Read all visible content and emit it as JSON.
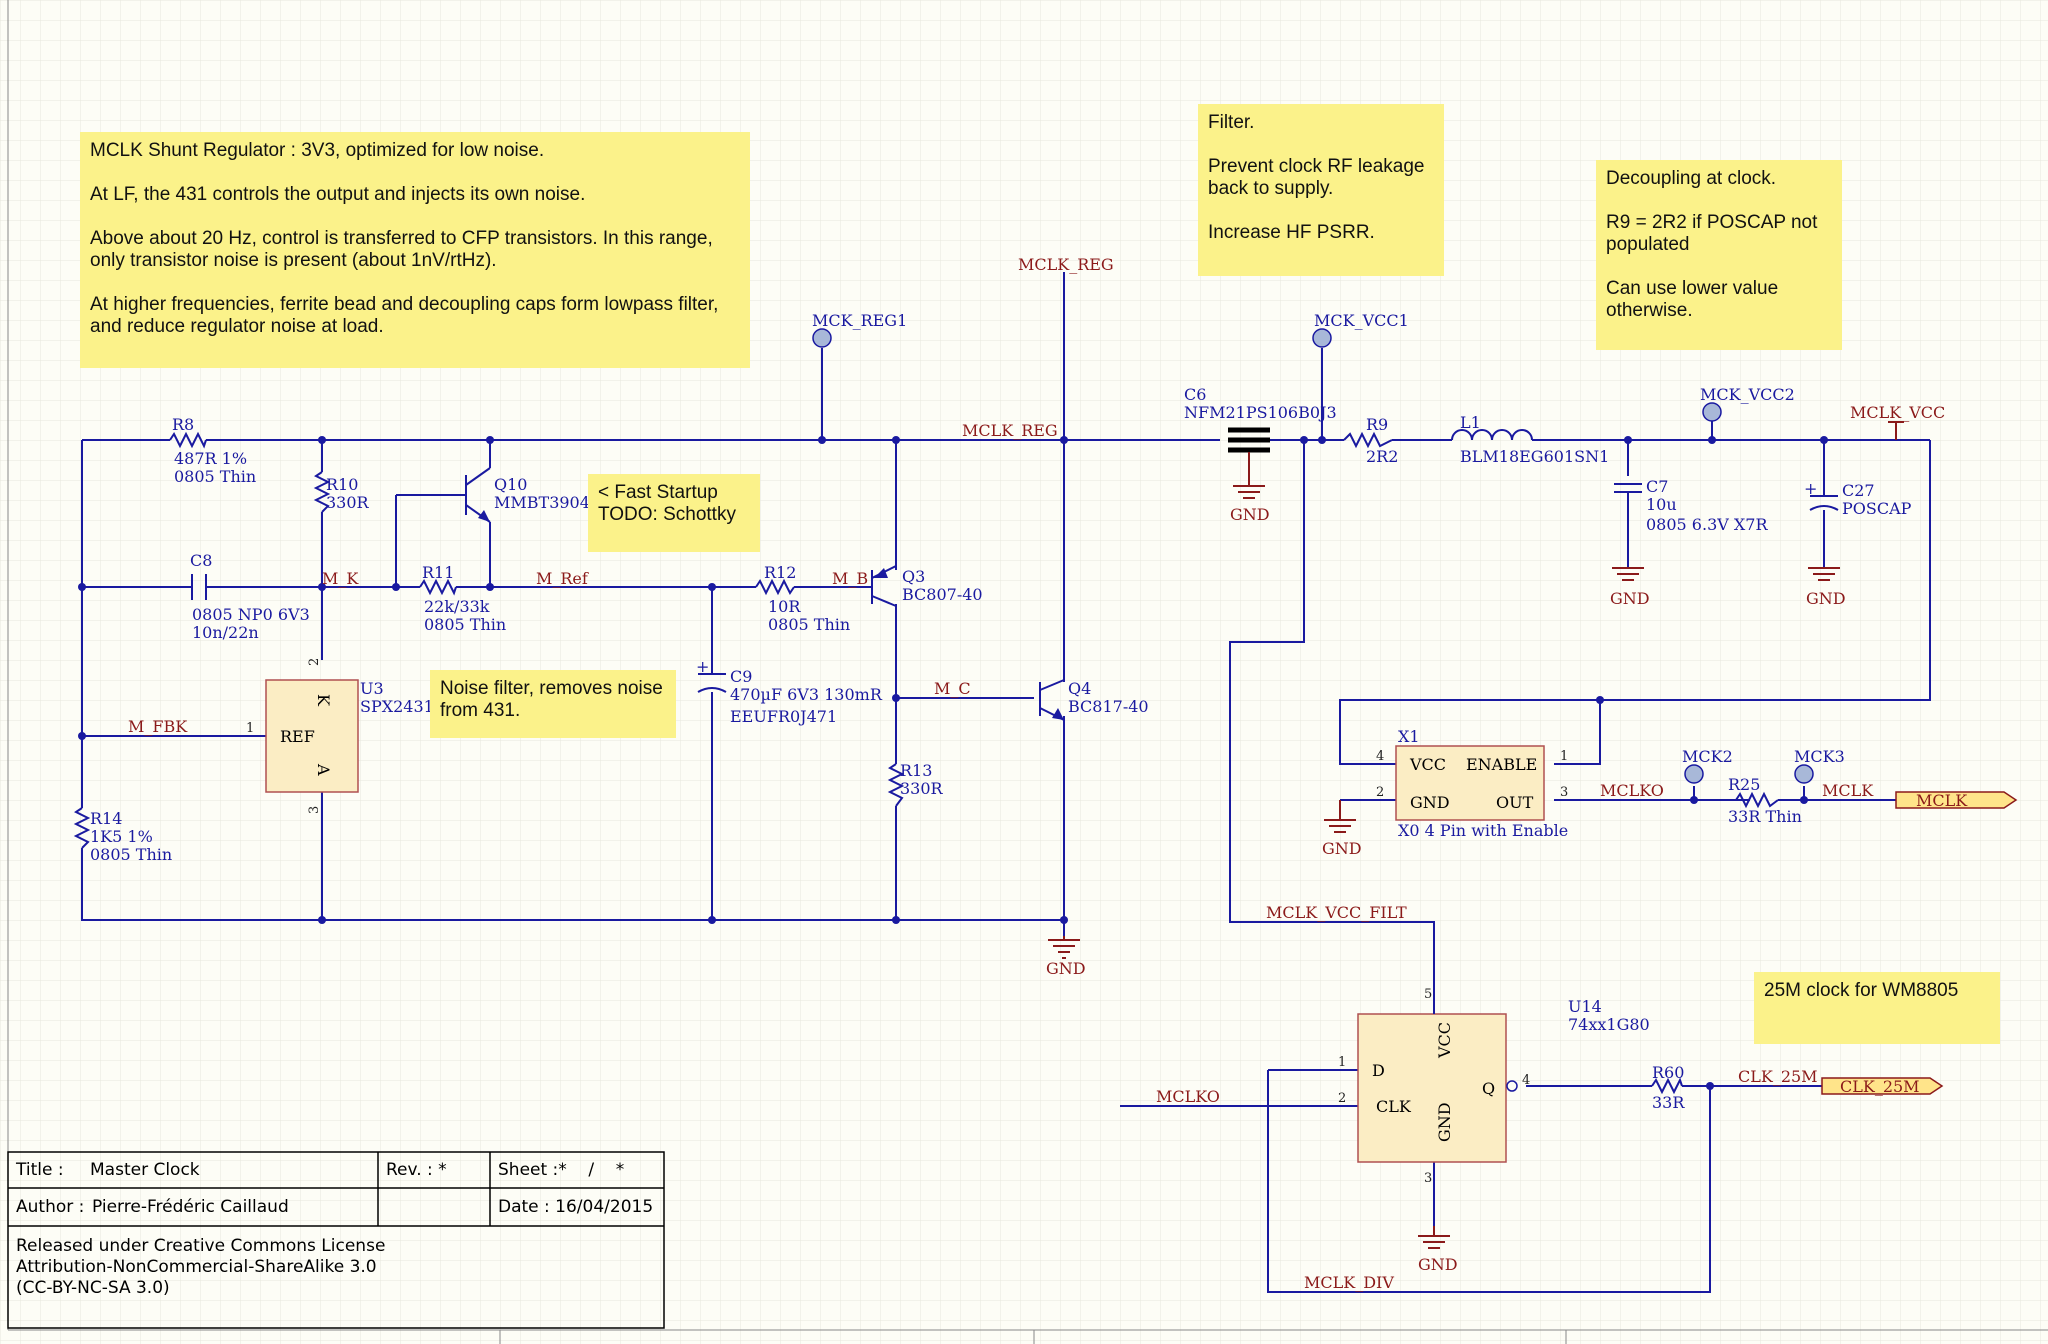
{
  "notes": {
    "regulator": "MCLK Shunt Regulator : 3V3, optimized for low noise.\n\nAt LF, the 431 controls the output and injects its own noise.\n\nAbove about 20 Hz, control is transferred to CFP transistors. In this range, only transistor noise is present (about 1nV/rtHz).\n\nAt higher frequencies, ferrite bead and decoupling caps form lowpass filter, and reduce regulator noise at load.",
    "filter": "Filter.\n\nPrevent clock RF leakage back to supply.\n\nIncrease HF PSRR.",
    "decoupling": "Decoupling at clock.\n\nR9 = 2R2 if POSCAP not populated\n\nCan use lower value otherwise.",
    "fast_startup": "< Fast Startup\nTODO: Schottky",
    "noise_filter": "Noise filter, removes noise from 431.",
    "clock25": "25M clock for WM8805"
  },
  "nets": {
    "mclk_reg_top": "MCLK_REG",
    "mclk_reg_mid": "MCLK_REG",
    "mck_reg1": "MCK_REG1",
    "mck_vcc1": "MCK_VCC1",
    "mck_vcc2": "MCK_VCC2",
    "mclk_vcc": "MCLK_VCC",
    "m_k": "M_K",
    "m_ref": "M_Ref",
    "m_b": "M_B",
    "m_c": "M_C",
    "m_fbk": "M_FBK",
    "mclko1": "MCLKO",
    "mclko2": "MCLKO",
    "mck2": "MCK2",
    "mck3": "MCK3",
    "mclk_net": "MCLK",
    "mclk_vcc_filt": "MCLK_VCC_FILT",
    "clk_25m_net": "CLK_25M",
    "mclk_div": "MCLK_DIV",
    "gnd": "GND"
  },
  "ports": {
    "mclk": "MCLK",
    "clk_25m": "CLK_25M"
  },
  "components": {
    "r8": {
      "ref": "R8",
      "value": "487R 1%",
      "pkg": "0805 Thin"
    },
    "r10": {
      "ref": "R10",
      "value": "330R"
    },
    "q10": {
      "ref": "Q10",
      "value": "MMBT3904"
    },
    "c8": {
      "ref": "C8",
      "value": "0805 NP0 6V3",
      "value2": "10n/22n"
    },
    "r11": {
      "ref": "R11",
      "value": "22k/33k",
      "pkg": "0805 Thin"
    },
    "r12": {
      "ref": "R12",
      "value": "10R",
      "pkg": "0805 Thin"
    },
    "q3": {
      "ref": "Q3",
      "value": "BC807-40"
    },
    "q4": {
      "ref": "Q4",
      "value": "BC817-40"
    },
    "u3": {
      "ref": "U3",
      "value": "SPX2431",
      "pin_ref": "REF",
      "pin_k": "K",
      "pin_a": "A"
    },
    "c9": {
      "ref": "C9",
      "value": "470µF 6V3 130mR",
      "pkg": "EEUFR0J471"
    },
    "r13": {
      "ref": "R13",
      "value": "330R"
    },
    "r14": {
      "ref": "R14",
      "value": "1K5 1%",
      "pkg": "0805 Thin"
    },
    "c6": {
      "ref": "C6",
      "value": "NFM21PS106B0J3"
    },
    "r9": {
      "ref": "R9",
      "value": "2R2"
    },
    "l1": {
      "ref": "L1",
      "value": "BLM18EG601SN1"
    },
    "c7": {
      "ref": "C7",
      "value": "10u",
      "pkg": "0805 6.3V X7R"
    },
    "c27": {
      "ref": "C27",
      "value": "POSCAP"
    },
    "x1": {
      "ref": "X1",
      "value": "X0 4 Pin with Enable",
      "vcc": "VCC",
      "enable": "ENABLE",
      "gnd": "GND",
      "out": "OUT"
    },
    "r25": {
      "ref": "R25",
      "value": "33R Thin"
    },
    "u14": {
      "ref": "U14",
      "value": "74xx1G80",
      "d": "D",
      "clk": "CLK",
      "q": "Q",
      "vcc": "VCC",
      "gnd": "GND"
    },
    "r60": {
      "ref": "R60",
      "value": "33R"
    }
  },
  "pins": {
    "p1": "1",
    "p2": "2",
    "p3": "3",
    "p4": "4",
    "p5": "5"
  },
  "title_block": {
    "title_label": "Title :",
    "title": "Master Clock",
    "rev": "Rev. :  *",
    "sheet": "Sheet :*    /    *",
    "author_label": "Author :",
    "author": "Pierre-Frédéric Caillaud",
    "date": "Date :  16/04/2015",
    "license": "Released under Creative Commons License\nAttribution-NonCommercial-ShareAlike 3.0\n(CC-BY-NC-SA 3.0)"
  }
}
